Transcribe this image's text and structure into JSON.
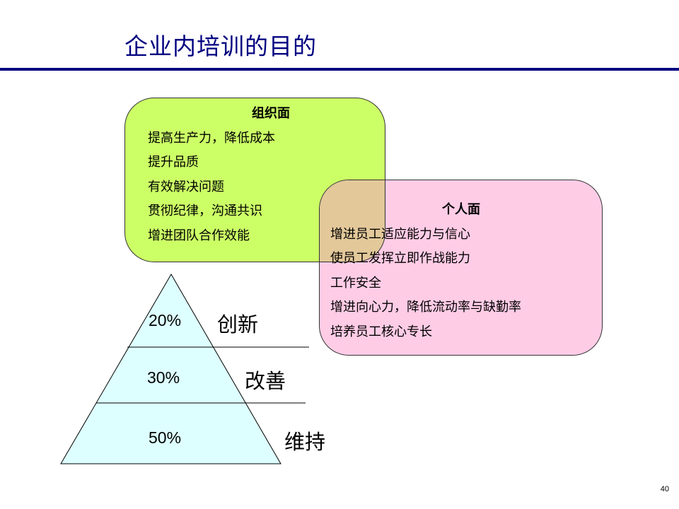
{
  "title": "企业内培训的目的",
  "organization": {
    "heading": "组织面",
    "items": [
      "提高生产力，降低成本",
      "提升品质",
      "有效解决问题",
      "贯彻纪律，沟通共识",
      "增进团队合作效能"
    ]
  },
  "individual": {
    "heading": "个人面",
    "items": [
      "增进员工适应能力与信心",
      "使员工发挥立即作战能力",
      "工作安全",
      "增进向心力，降低流动率与缺勤率",
      "培养员工核心专长"
    ]
  },
  "pyramid": {
    "levels": [
      {
        "percent": "20%",
        "label": "创新"
      },
      {
        "percent": "30%",
        "label": "改善"
      },
      {
        "percent": "50%",
        "label": "维持"
      }
    ]
  },
  "colors": {
    "title": "#000080",
    "organization_fill": "#CCFF66",
    "individual_fill": "#FFCCE6",
    "overlap_fill": "#E3C89A",
    "pyramid_fill": "#DDFFFF"
  },
  "page_number": "40"
}
